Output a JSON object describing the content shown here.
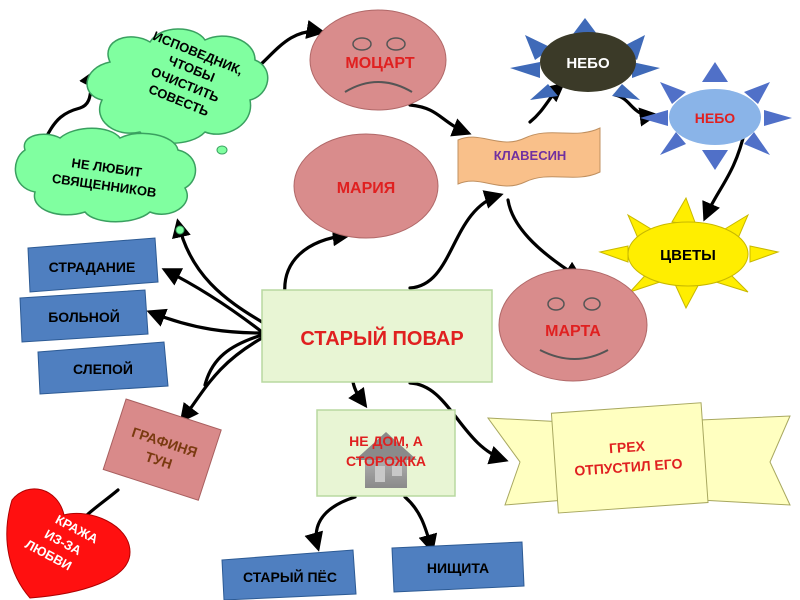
{
  "nodes": {
    "central": "СТАРЫЙ ПОВАР",
    "mozart": "МОЦАРТ",
    "maria": "МАРИЯ",
    "marta": "МАРТА",
    "harpsichord": "КЛАВЕСИН",
    "sky_dark": "НЕБО",
    "sky_blue": "НЕБО",
    "flowers": "ЦВЕТЫ",
    "confessor": [
      "ИСПОВЕДНИК,",
      "ЧТОБЫ",
      "ОЧИСТИТЬ",
      "СОВЕСТЬ"
    ],
    "dislikes_priests": [
      "НЕ ЛЮБИТ",
      "СВЯЩЕННИКОВ"
    ],
    "suffering": "СТРАДАНИЕ",
    "sick": "БОЛЬНОЙ",
    "blind": "СЛЕПОЙ",
    "countess": [
      "ГРАФИНЯ",
      "ТУН"
    ],
    "theft": [
      "КРАЖА",
      "ИЗ-ЗА",
      "ЛЮБВИ"
    ],
    "lodge": [
      "НЕ ДОМ, А",
      "СТОРОЖКА"
    ],
    "old_dog": "СТАРЫЙ ПЁС",
    "poverty": "НИЩИТА",
    "forgave": [
      "ГРЕХ",
      "ОТПУСТИЛ ЕГО"
    ]
  },
  "colors": {
    "central_fill": "#e8f5d4",
    "central_text": "#e02020",
    "face_fill": "#d98c8c",
    "cloud_fill": "#80ffa0",
    "box_blue": "#4f7fc0",
    "box_pink": "#d98a8a",
    "harp_fill": "#f9c08a",
    "harp_text": "#7030a0",
    "sky_dark": "#3b3a28",
    "sun_blue_rays": "#5070c8",
    "sun_blue_center": "#8ab4e8",
    "sun_yellow": "#ffee00",
    "heart": "#ff1010",
    "banner": "#ffffc0",
    "lodge_text": "#e02020",
    "countess_text": "#7a3a10"
  }
}
